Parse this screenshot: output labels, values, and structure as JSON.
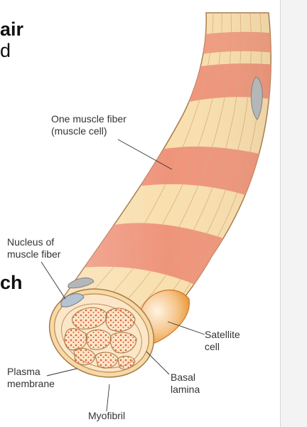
{
  "page": {
    "heading_top": "air",
    "subtext_top": "d",
    "heading_mid": "ch"
  },
  "diagram": {
    "labels": {
      "muscle_fiber": [
        "One muscle fiber",
        "(muscle cell)"
      ],
      "nucleus": [
        "Nucleus of",
        "muscle fiber"
      ],
      "satellite": [
        "Satellite",
        "cell"
      ],
      "plasma": [
        "Plasma",
        "membrane"
      ],
      "basal": [
        "Basal",
        "lamina"
      ],
      "myofibril": "Myofibril"
    },
    "colors": {
      "fiber_light": "#f8dfae",
      "fiber_band": "#ee8f78",
      "outline": "#a77b4c",
      "nucleus_gray": "#b4b6b8",
      "satellite_orange": "#f2b26a",
      "myofibril_fill": "#fbe6c8",
      "myofibril_dots": "#e45a3a"
    }
  }
}
